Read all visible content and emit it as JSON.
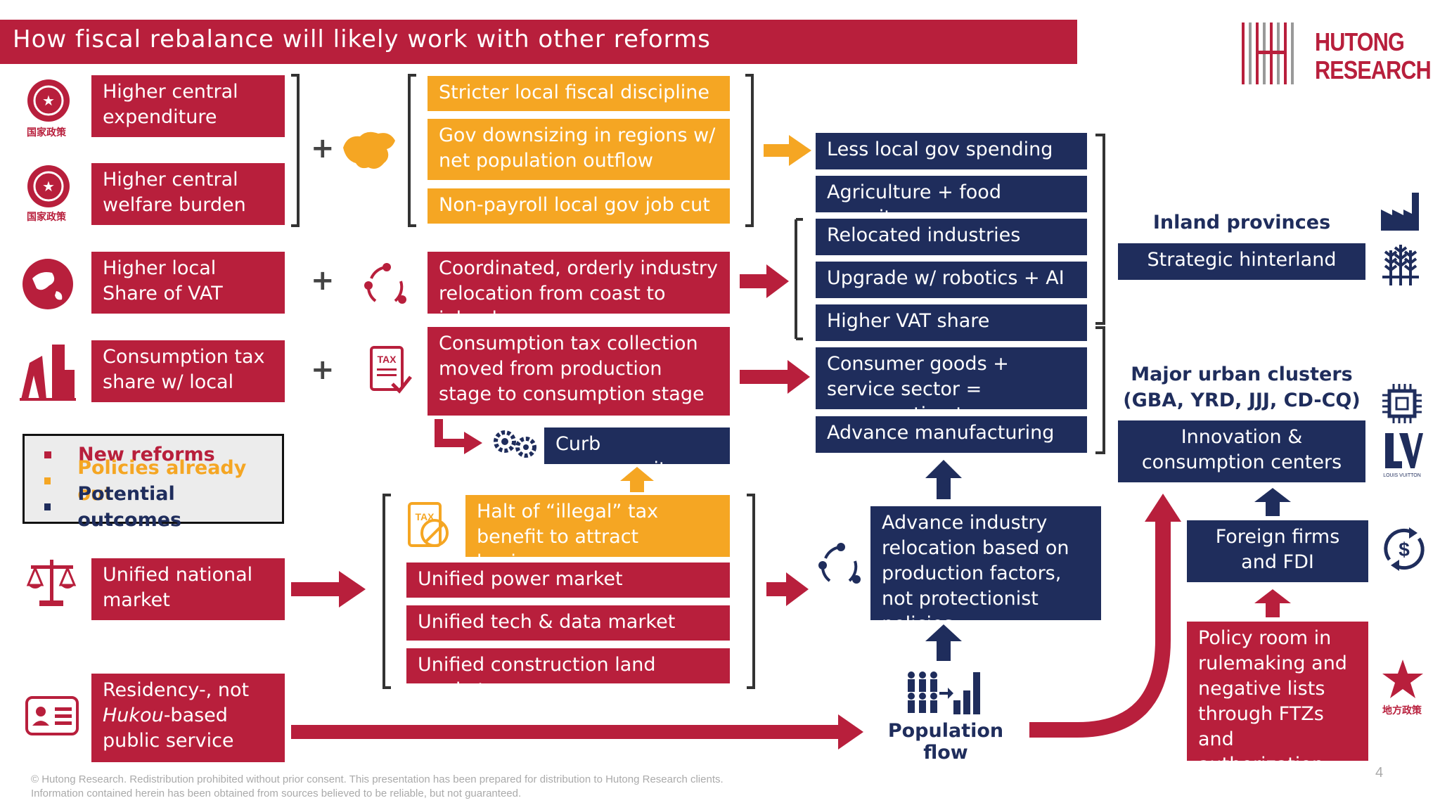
{
  "title": "How fiscal rebalance will likely work with other reforms",
  "logo": {
    "line1": "HUTONG",
    "line2": "RESEARCH"
  },
  "icons": {
    "national_policy_caption": "国家政策",
    "local_policy_caption": "地方政策",
    "tax_icon_text": "TAX",
    "lv_text": "LOUIS VUITTON"
  },
  "plus_sign": "+",
  "left_column": {
    "higher_central_expenditure": "Higher central expenditure",
    "higher_central_welfare": "Higher central welfare burden",
    "higher_local_vat": "Higher local Share of VAT",
    "consumption_tax_share": "Consumption tax share w/ local gov",
    "unified_national_market": "Unified national market",
    "residency_pre": "Residency-, not",
    "residency_italic": "Hukou",
    "residency_post": "-based public service"
  },
  "middle_column": {
    "stricter_discipline": "Stricter local fiscal discipline",
    "gov_downsizing": "Gov downsizing in regions w/ net population outflow",
    "non_payroll_cut": "Non-payroll local gov job cut",
    "coordinated_relocation": "Coordinated, orderly industry relocation from coast to inland",
    "consumption_tax_collection": "Consumption tax collection moved from production stage to consumption stage",
    "curb_overcapacity": "Curb overcapacity",
    "halt_illegal": "Halt of “illegal” tax benefit to attract businesses",
    "unified_power": "Unified power market",
    "unified_tech": "Unified tech & data market",
    "unified_land": "Unified construction land market"
  },
  "outcomes": {
    "less_spending": "Less local gov spending",
    "agriculture": "Agriculture + food security",
    "relocated_industries": "Relocated industries",
    "upgrade_robotics": "Upgrade w/ robotics + AI",
    "higher_vat_share": "Higher VAT share",
    "consumer_goods": "Consumer goods + service sector = consumption tax",
    "advance_manufacturing": "Advance manufacturing",
    "advance_relocation": "Advance industry relocation based on production factors, not protectionist policies",
    "population_flow": "Population flow"
  },
  "right_column": {
    "inland_heading": "Inland provinces",
    "strategic_hinterland": "Strategic hinterland",
    "urban_heading_1": "Major urban clusters",
    "urban_heading_2": "(GBA, YRD, JJJ, CD-CQ)",
    "innovation_centers": "Innovation & consumption centers",
    "foreign_firms": "Foreign firms and FDI",
    "policy_room": "Policy room in rulemaking and negative lists through FTZs and authorization"
  },
  "legend": {
    "items": [
      {
        "label": "New reforms",
        "color": "#b81f3c"
      },
      {
        "label": "Policies already out",
        "color": "#f5a623"
      },
      {
        "label": "Potential outcomes",
        "color": "#1f2d5c"
      }
    ]
  },
  "footer": {
    "line1": "© Hutong Research. Redistribution prohibited without prior consent. This presentation has been prepared for distribution to Hutong Research clients.",
    "line2": "Information contained herein has been obtained from sources believed to be reliable, but not guaranteed."
  },
  "page_number": "4",
  "colors": {
    "red": "#b81f3c",
    "navy": "#1f2d5c",
    "gold": "#f5a623",
    "bracket": "#333333"
  }
}
